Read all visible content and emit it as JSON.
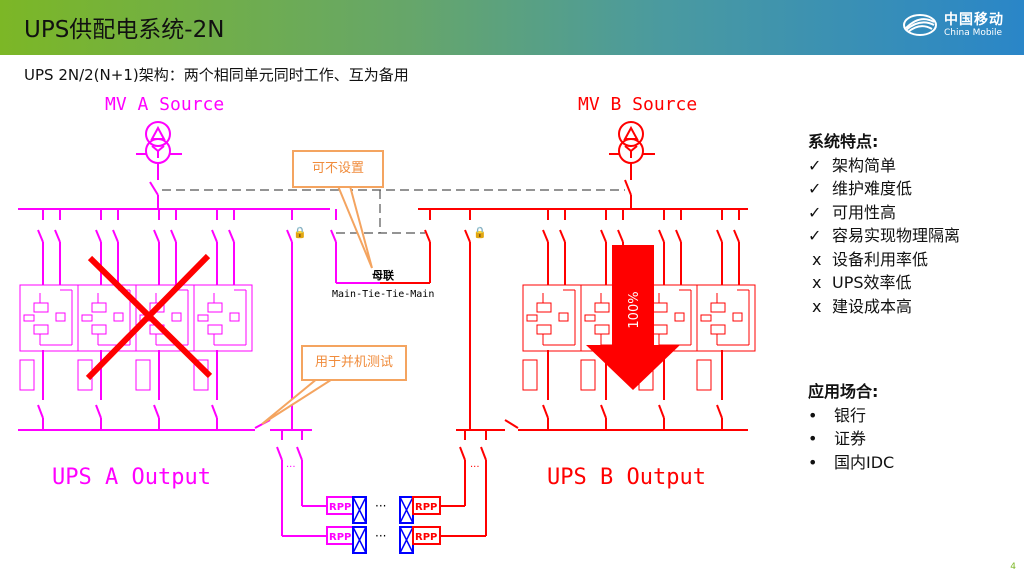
{
  "header": {
    "title": "UPS供配电系统-2N",
    "logo_cn": "中国移动",
    "logo_en": "China Mobile"
  },
  "subtitle": "UPS 2N/2(N+1)架构：两个相同单元同时工作、互为备用",
  "diagram": {
    "source_a": "MV A Source",
    "source_b": "MV B Source",
    "output_a": "UPS A Output",
    "output_b": "UPS B Output",
    "tie_cn": "母联",
    "tie_en": "Main-Tie-Tie-Main",
    "callout_tie": "可不设置",
    "callout_test": "用于并机测试",
    "arrow_label": "100%",
    "rpp_label": "RPP",
    "ellipsis": "···",
    "colors": {
      "side_a": "#ff00ff",
      "side_b": "#ff0000",
      "rpp_x": "#0000ff",
      "callout": "#f4a460"
    }
  },
  "features": {
    "heading": "系统特点:",
    "items": [
      {
        "mark": "✓",
        "text": "架构简单"
      },
      {
        "mark": "✓",
        "text": "维护难度低"
      },
      {
        "mark": "✓",
        "text": "可用性高"
      },
      {
        "mark": "✓",
        "text": "容易实现物理隔离"
      },
      {
        "mark": "x",
        "text": "设备利用率低"
      },
      {
        "mark": "x",
        "text": "UPS效率低"
      },
      {
        "mark": "x",
        "text": "建设成本高"
      }
    ]
  },
  "applications": {
    "heading": "应用场合:",
    "items": [
      {
        "mark": "•",
        "text": "银行"
      },
      {
        "mark": "•",
        "text": "证券"
      },
      {
        "mark": "•",
        "text": "国内IDC"
      }
    ]
  },
  "page_number": "4"
}
